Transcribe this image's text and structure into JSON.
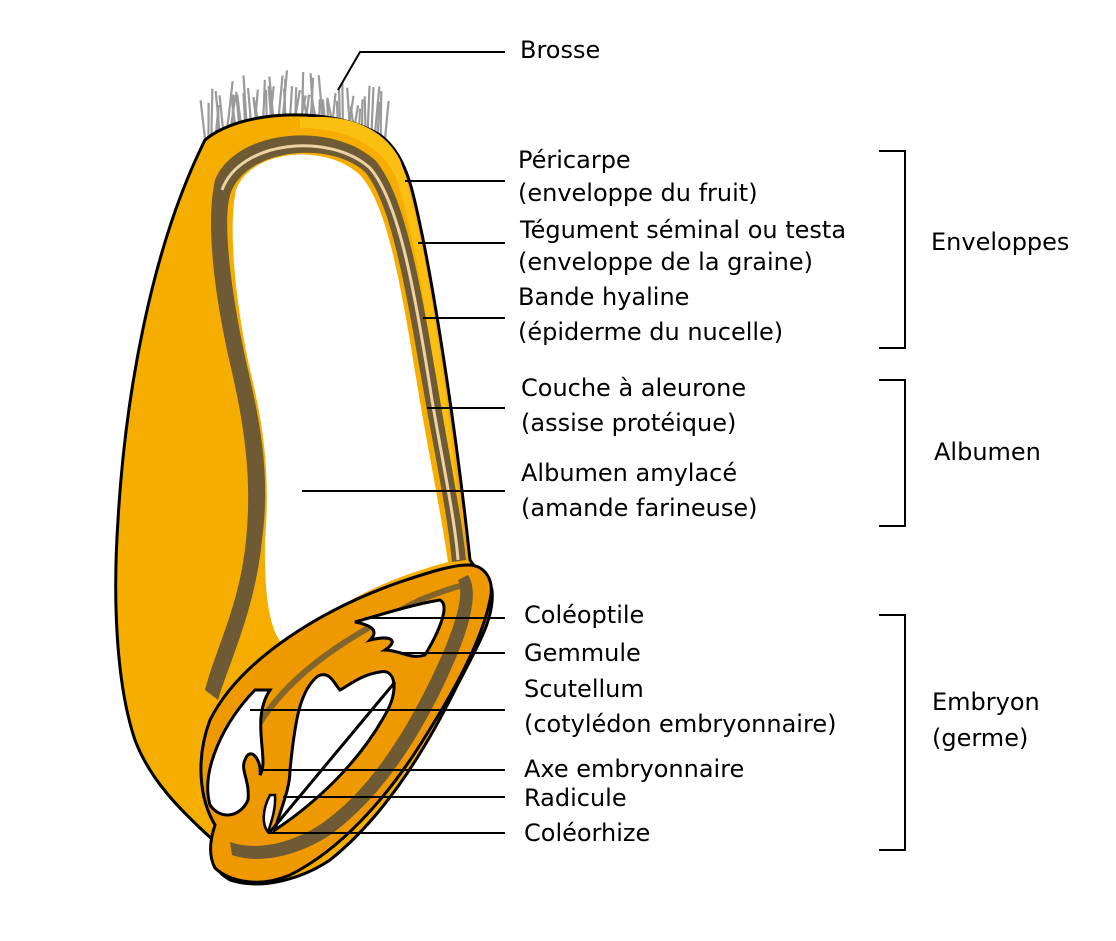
{
  "figure": {
    "subject": "Coupe longitudinale d'un grain de blé",
    "colors": {
      "grain_body": "#f5ad00",
      "pericarp_band": "#fbbf12",
      "testa_band": "#6e5a34",
      "hyaline_line": "#ecd2a4",
      "embryo": "#ef9900",
      "brush_hairs": "#9a9a9a",
      "outline": "#000000",
      "endosperm": "#ffffff"
    }
  },
  "labels": {
    "brosse": "Brosse",
    "pericarpe": [
      "Péricarpe",
      "(enveloppe du fruit)"
    ],
    "tegument": [
      "Tégument séminal ou testa",
      "(enveloppe de la graine)"
    ],
    "bande_hyaline": [
      "Bande hyaline",
      "(épiderme du nucelle)"
    ],
    "aleurone": [
      "Couche à aleurone",
      "(assise protéique)"
    ],
    "albumen_amylace": [
      "Albumen amylacé",
      "(amande farineuse)"
    ],
    "coleoptile": "Coléoptile",
    "gemmule": "Gemmule",
    "scutellum": [
      "Scutellum",
      "(cotylédon embryonnaire)"
    ],
    "axe": "Axe embryonnaire",
    "radicule": "Radicule",
    "coleorhize": "Coléorhize"
  },
  "groups": {
    "enveloppes": [
      "Enveloppes"
    ],
    "albumen": [
      "Albumen"
    ],
    "embryon": [
      "Embryon",
      "(germe)"
    ]
  }
}
